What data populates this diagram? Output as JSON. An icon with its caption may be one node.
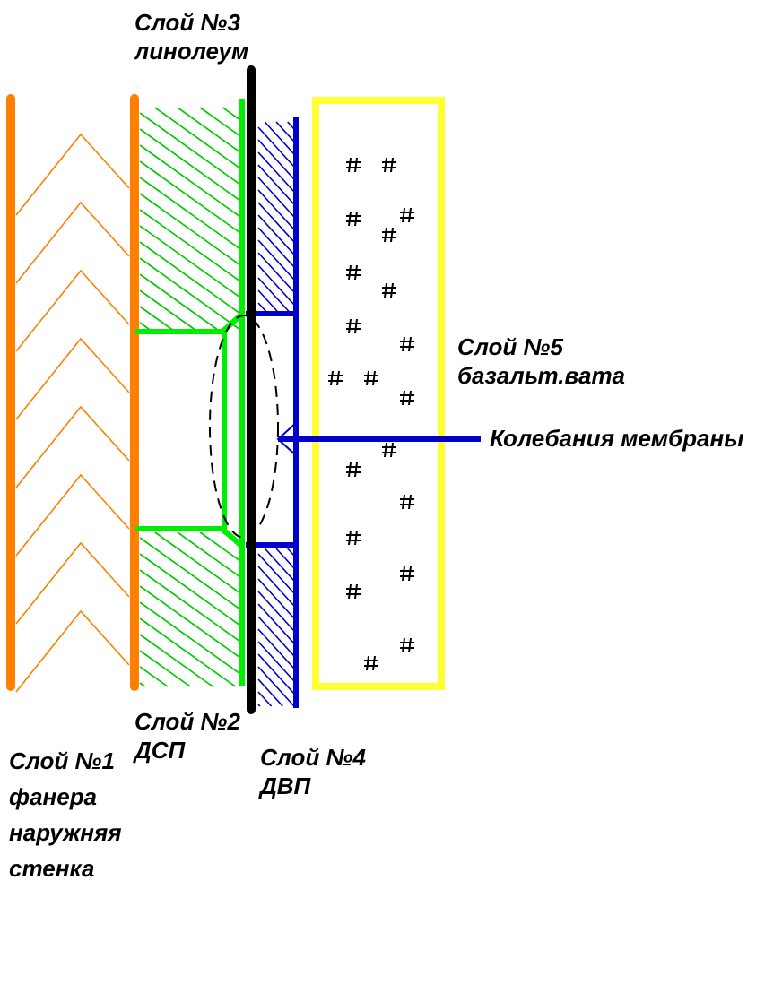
{
  "diagram": {
    "nodes": [
      {
        "text": [
          "Колебания мембраны"
        ]
      },
      {
        "text": [],
        "shape": "ellipse"
      }
    ],
    "edges": [
      {
        "from": 0,
        "to": 1,
        "arrow": "to",
        "color": "#0000cc"
      }
    ],
    "labels": [
      "Слой №3 линолеум",
      "Слой №5 базальт.вата",
      "Слой №2 ДСП",
      "Слой №1 фанера наружняя стенка",
      "Слой №4 ДВП"
    ]
  }
}
